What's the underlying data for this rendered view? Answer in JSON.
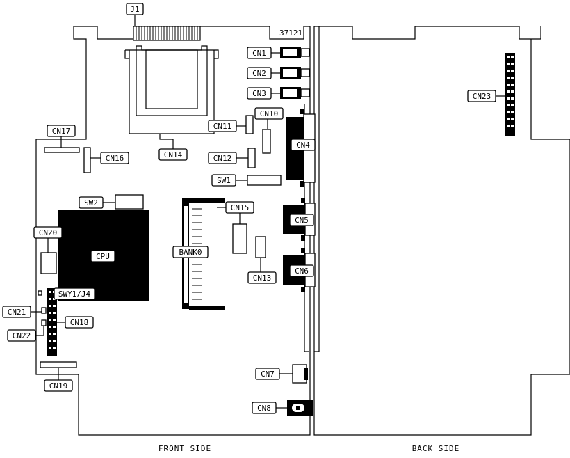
{
  "labels": {
    "j1": "J1",
    "board_number": "37121",
    "cn1": "CN1",
    "cn2": "CN2",
    "cn3": "CN3",
    "cn4": "CN4",
    "cn5": "CN5",
    "cn6": "CN6",
    "cn7": "CN7",
    "cn8": "CN8",
    "cn10": "CN10",
    "cn11": "CN11",
    "cn12": "CN12",
    "cn13": "CN13",
    "cn14": "CN14",
    "cn15": "CN15",
    "cn16": "CN16",
    "cn17": "CN17",
    "cn18": "CN18",
    "cn19": "CN19",
    "cn20": "CN20",
    "cn21": "CN21",
    "cn22": "CN22",
    "cn23": "CN23",
    "sw1": "SW1",
    "sw2": "SW2",
    "swy1_j4": "SWY1/J4",
    "cpu": "CPU",
    "bank0": "BANK0"
  },
  "captions": {
    "front": "FRONT SIDE",
    "back": "BACK SIDE"
  }
}
